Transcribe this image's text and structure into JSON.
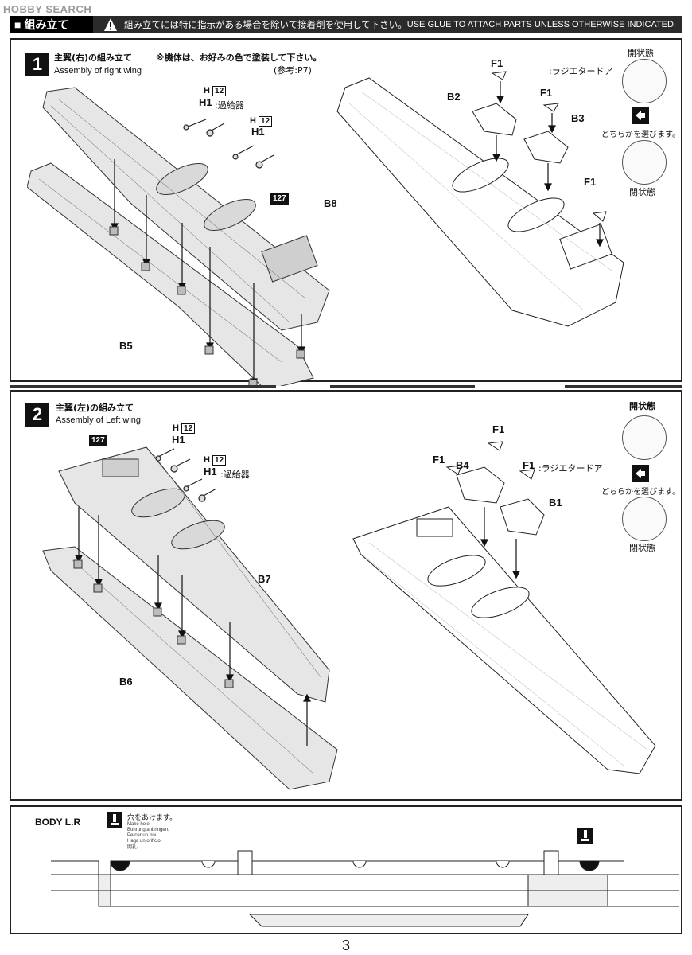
{
  "watermark": "HOBBY SEARCH",
  "header": {
    "section_title": "■ 組み立て",
    "warning_jp": "組み立てには特に指示がある場合を除いて接着剤を使用して下さい。",
    "warning_en": "USE GLUE TO ATTACH PARTS UNLESS OTHERWISE INDICATED."
  },
  "step1": {
    "number": "1",
    "title_jp": "主翼(右)の組み立て",
    "title_en": "Assembly of right wing",
    "note": "※機体は、お好みの色で塗装して下さい。",
    "ref": "(参考:P7)",
    "labels": {
      "h12_top": "12",
      "h_top": "H",
      "h1_supercharger": "H1",
      "supercharger_jp": ":過給器",
      "h12_second": "12",
      "h_second": "H",
      "h1_second": "H1",
      "color127": "127",
      "b8": "B8",
      "b5": "B5",
      "f1_a": "F1",
      "radiator_door": ":ラジエタードア",
      "b2": "B2",
      "f1_b": "F1",
      "b3": "B3",
      "f1_c": "F1"
    },
    "options": {
      "open": "開状態",
      "choose": "どちらかを選びます。",
      "closed": "閉状態"
    }
  },
  "step2": {
    "number": "2",
    "title_jp": "主翼(左)の組み立て",
    "title_en": "Assembly of  Left wing",
    "labels": {
      "color127": "127",
      "h_top": "H",
      "h12_top": "12",
      "h1_top": "H1",
      "h_second": "H",
      "h12_second": "12",
      "h1_second": "H1",
      "supercharger_jp": ":過給器",
      "b7": "B7",
      "b6": "B6",
      "f1_top": "F1",
      "f1_left": "F1",
      "b4": "B4",
      "f1_right": "F1",
      "radiator_door": ":ラジエタードア",
      "b1": "B1"
    },
    "options": {
      "open": "開状態",
      "choose": "どちらかを選びます。",
      "closed": "閉状態"
    }
  },
  "body_panel": {
    "title": "BODY L.R",
    "hole_jp": "穴をあけます。",
    "hole_lines": [
      "Make hole.",
      "Bohrung anbringen.",
      "Percer un trou.",
      "Haga un orificio",
      "開孔。"
    ]
  },
  "page_number": "3"
}
